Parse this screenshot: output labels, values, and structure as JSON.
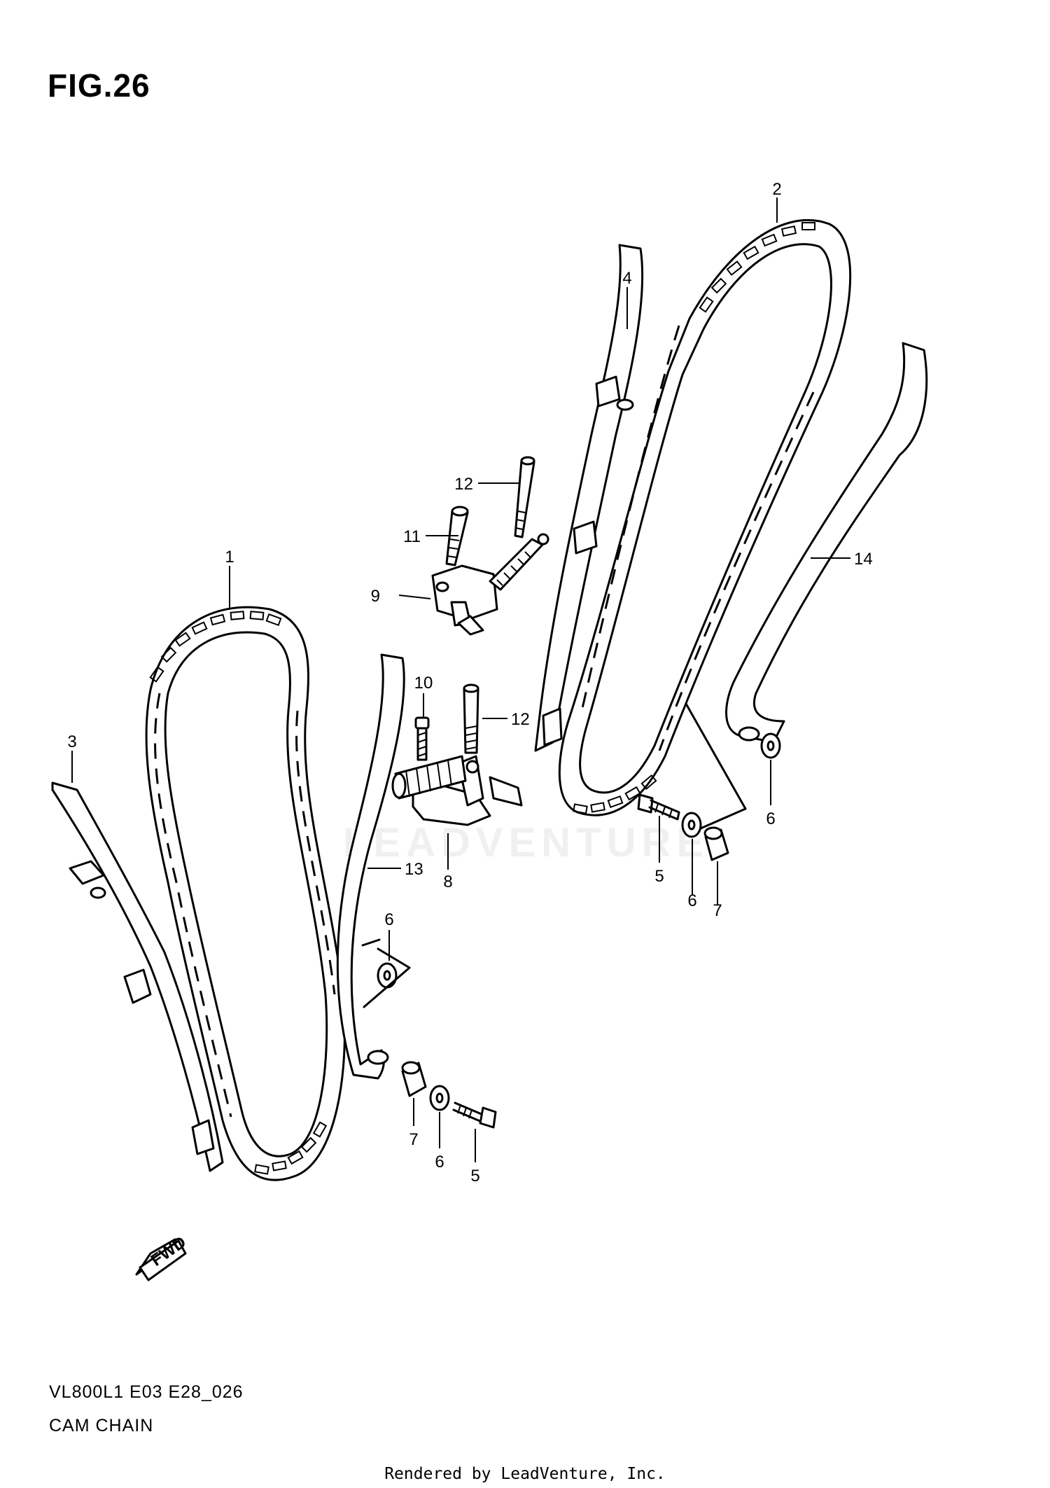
{
  "figure": {
    "title": "FIG.26"
  },
  "footer": {
    "model_code": "VL800L1 E03 E28_026",
    "name": "CAM CHAIN"
  },
  "credit": "Rendered by LeadVenture, Inc.",
  "watermark": "LEADVENTURE",
  "fwd_label": "FWD",
  "callouts": {
    "c1": "1",
    "c2": "2",
    "c3": "3",
    "c4": "4",
    "c5a": "5",
    "c5b": "5",
    "c6a": "6",
    "c6b": "6",
    "c6c": "6",
    "c6d": "6",
    "c7a": "7",
    "c7b": "7",
    "c8": "8",
    "c9": "9",
    "c10": "10",
    "c11": "11",
    "c12a": "12",
    "c12b": "12",
    "c13": "13",
    "c14": "14"
  }
}
